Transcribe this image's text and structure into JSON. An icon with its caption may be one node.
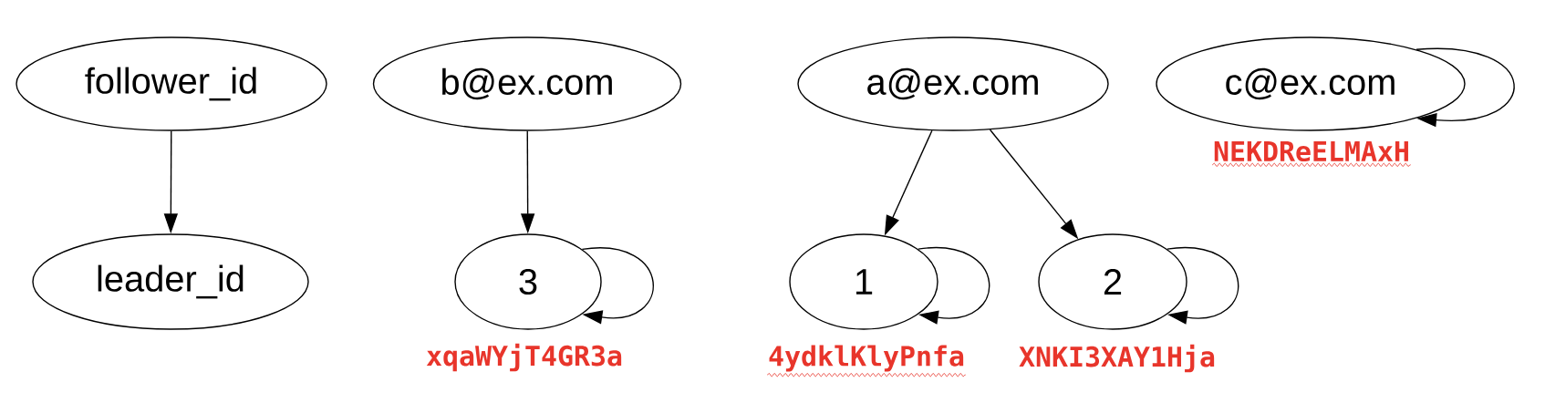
{
  "diagram": {
    "nodes": [
      {
        "text": [
          "follower_id"
        ]
      },
      {
        "text": [
          "b@ex.com"
        ]
      },
      {
        "text": [
          "a@ex.com"
        ]
      },
      {
        "text": [
          "c@ex.com"
        ],
        "beside": [
          "NEKDReELMAxH"
        ]
      },
      {
        "text": [
          "leader_id"
        ]
      },
      {
        "text": [
          "3"
        ],
        "beside": [
          "xqaWYjT4GR3a"
        ]
      },
      {
        "text": [
          "1"
        ],
        "beside": [
          "4ydklKlyPnfa"
        ]
      },
      {
        "text": [
          "2"
        ],
        "beside": [
          "XNKI3XAY1Hja"
        ]
      }
    ],
    "edges": [
      {
        "from": 0,
        "to": 4,
        "arrow": "to"
      },
      {
        "from": 1,
        "to": 5,
        "arrow": "to"
      },
      {
        "from": 5,
        "to": 5,
        "arrow": "to"
      },
      {
        "from": 2,
        "to": 6,
        "arrow": "to"
      },
      {
        "from": 2,
        "to": 7,
        "arrow": "to"
      },
      {
        "from": 6,
        "to": 6,
        "arrow": "to"
      },
      {
        "from": 7,
        "to": 7,
        "arrow": "to"
      },
      {
        "from": 3,
        "to": 3,
        "arrow": "to"
      }
    ]
  }
}
